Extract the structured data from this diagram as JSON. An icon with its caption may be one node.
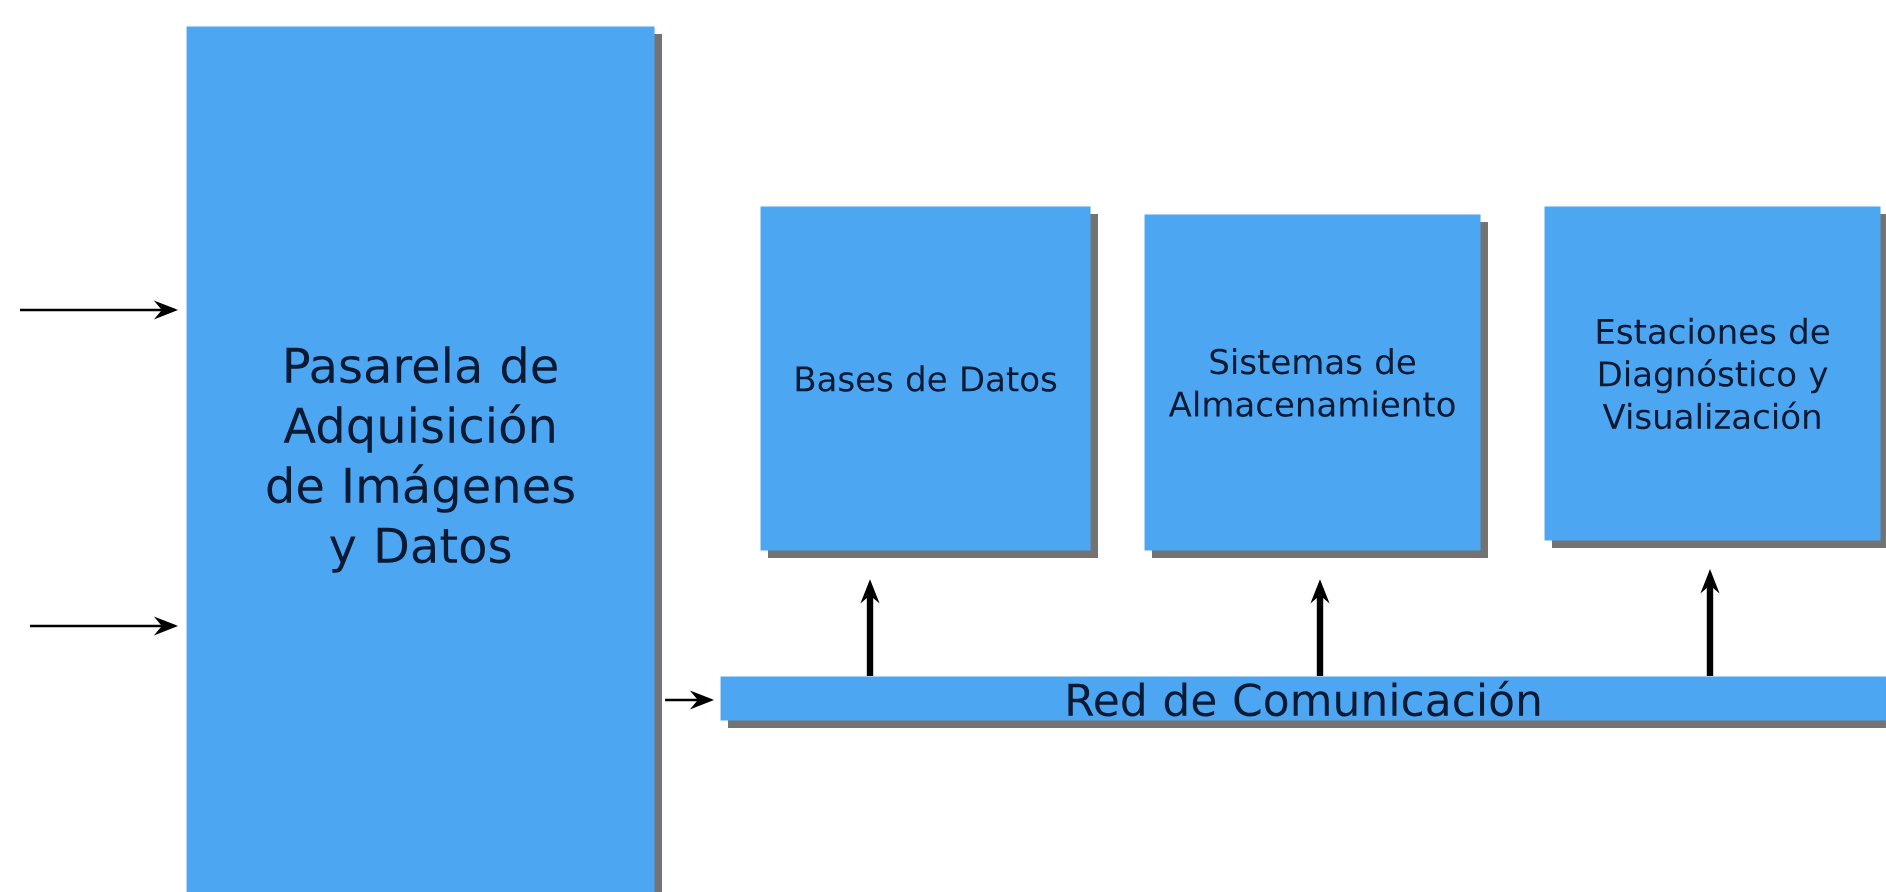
{
  "diagram": {
    "nodes": [
      {
        "text": [
          "Pasarela de Adquisición de Imágenes y Datos"
        ]
      },
      {
        "text": [
          "Bases de Datos"
        ]
      },
      {
        "text": [
          "Sistemas de Almacenamiento"
        ]
      },
      {
        "text": [
          "Estaciones de Diagnóstico y Visualización"
        ]
      },
      {
        "text": [
          "Red de Comunicación"
        ]
      }
    ],
    "edges": [
      {
        "from": null,
        "to": 0,
        "arrow": "to"
      },
      {
        "from": null,
        "to": 0,
        "arrow": "to"
      },
      {
        "from": 0,
        "to": 4,
        "arrow": "to"
      },
      {
        "from": 4,
        "to": 1,
        "arrow": "to",
        "style": "thick"
      },
      {
        "from": 4,
        "to": 2,
        "arrow": "to",
        "style": "thick"
      },
      {
        "from": 4,
        "to": 3,
        "arrow": "to",
        "style": "thick"
      }
    ]
  }
}
